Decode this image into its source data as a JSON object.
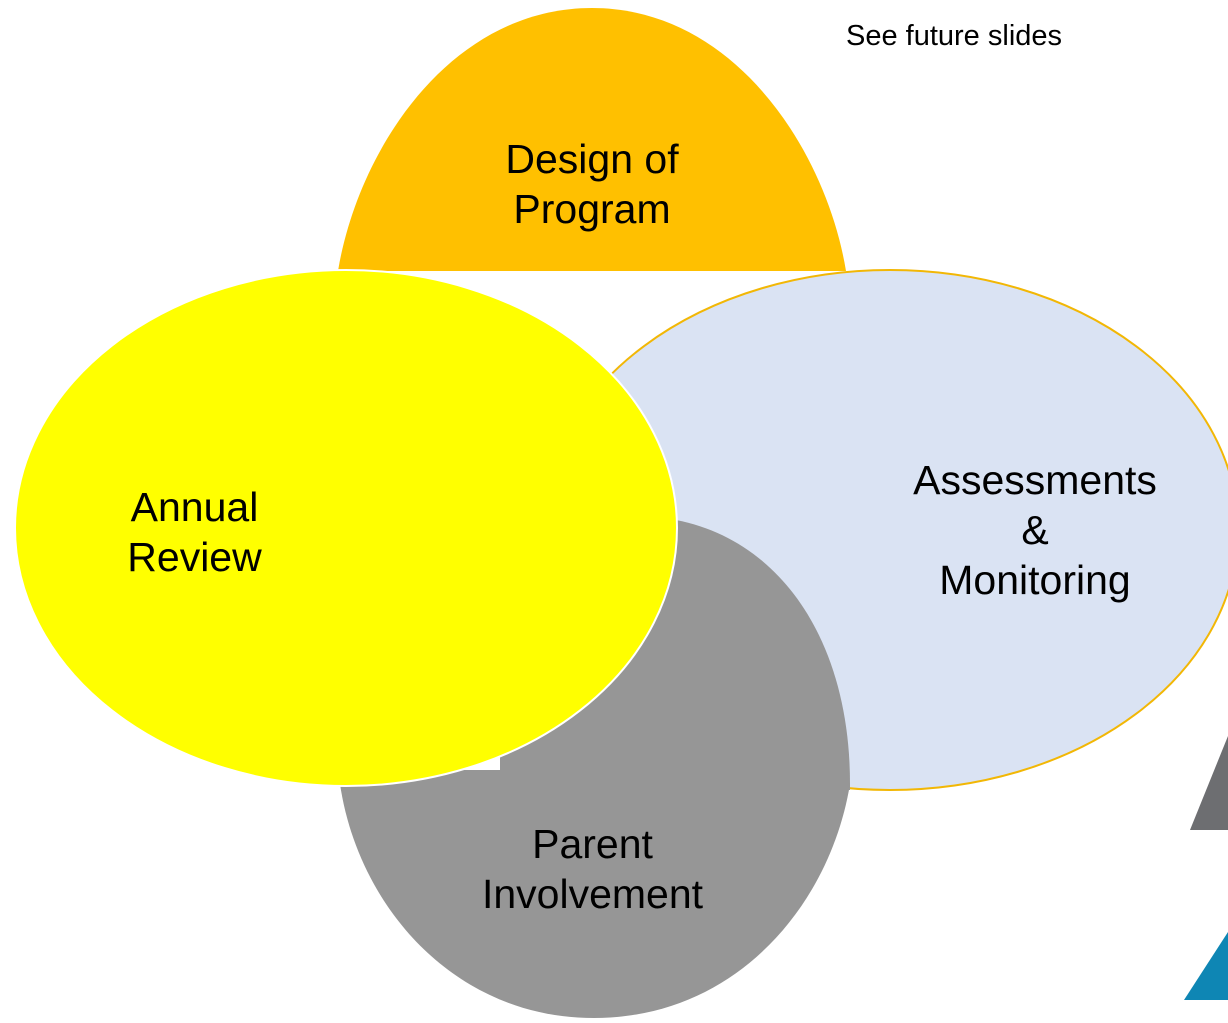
{
  "note": "See future slides",
  "diagram": {
    "design": {
      "line1": "Design of",
      "line2": "Program",
      "fill": "#FFC000"
    },
    "assessments": {
      "line1": "Assessments",
      "line2": "&",
      "line3": "Monitoring",
      "fill": "#DAE3F3",
      "stroke": "#F2B705"
    },
    "parent": {
      "line1": "Parent",
      "line2": "Involvement",
      "fill": "#969696"
    },
    "annual": {
      "line1": "Annual",
      "line2": "Review",
      "fill": "#FFFF00"
    }
  },
  "logo": {
    "top_color": "#6D6E71",
    "bottom_color": "#0E86B4"
  }
}
